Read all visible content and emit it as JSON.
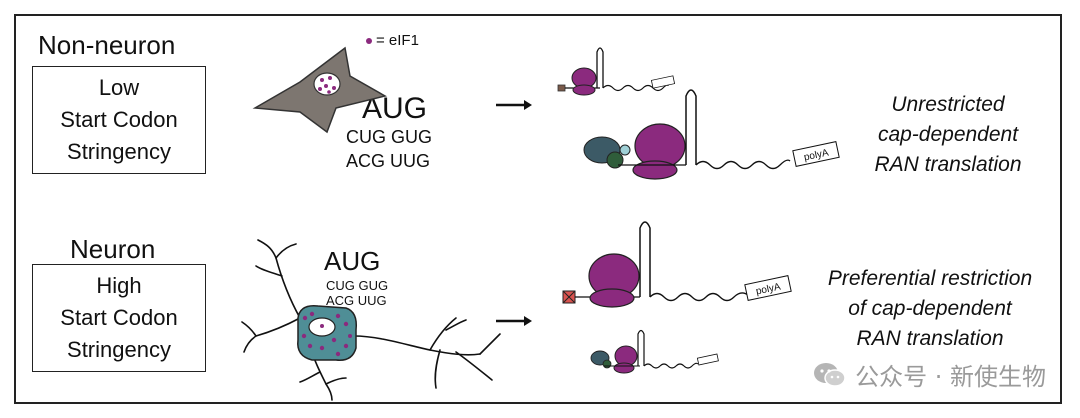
{
  "legend": {
    "eif1_label": "= eIF1"
  },
  "top": {
    "condition_title": "Non-neuron",
    "stringency_lines": [
      "Low",
      "Start Codon",
      "Stringency"
    ],
    "codon_main": "AUG",
    "codon_alt_1": "CUG GUG",
    "codon_alt_2": "ACG UUG",
    "outcome_lines": [
      "Unrestricted",
      "cap-dependent",
      "RAN translation"
    ],
    "polya_label": "polyA"
  },
  "bottom": {
    "condition_title": "Neuron",
    "stringency_lines": [
      "High",
      "Start Codon",
      "Stringency"
    ],
    "codon_main": "AUG",
    "codon_alt_1": "CUG GUG",
    "codon_alt_2": "ACG UUG",
    "outcome_lines": [
      "Preferential restriction",
      "of cap-dependent",
      "RAN translation"
    ],
    "polya_label": "polyA"
  },
  "watermark": {
    "text": "公众号 · 新使生物"
  },
  "colors": {
    "ribosome": "#8b2a7e",
    "ribosome_dark": "#5e1a55",
    "fibroblast": "#7d7670",
    "neuron_body": "#4f8e96",
    "eif_dot": "#8b2a7e",
    "cap_restricted": "#d9534f",
    "cap_normal": "#7a5a4a",
    "factor_blue": "#3c5a66",
    "factor_green": "#2f5d3a"
  }
}
